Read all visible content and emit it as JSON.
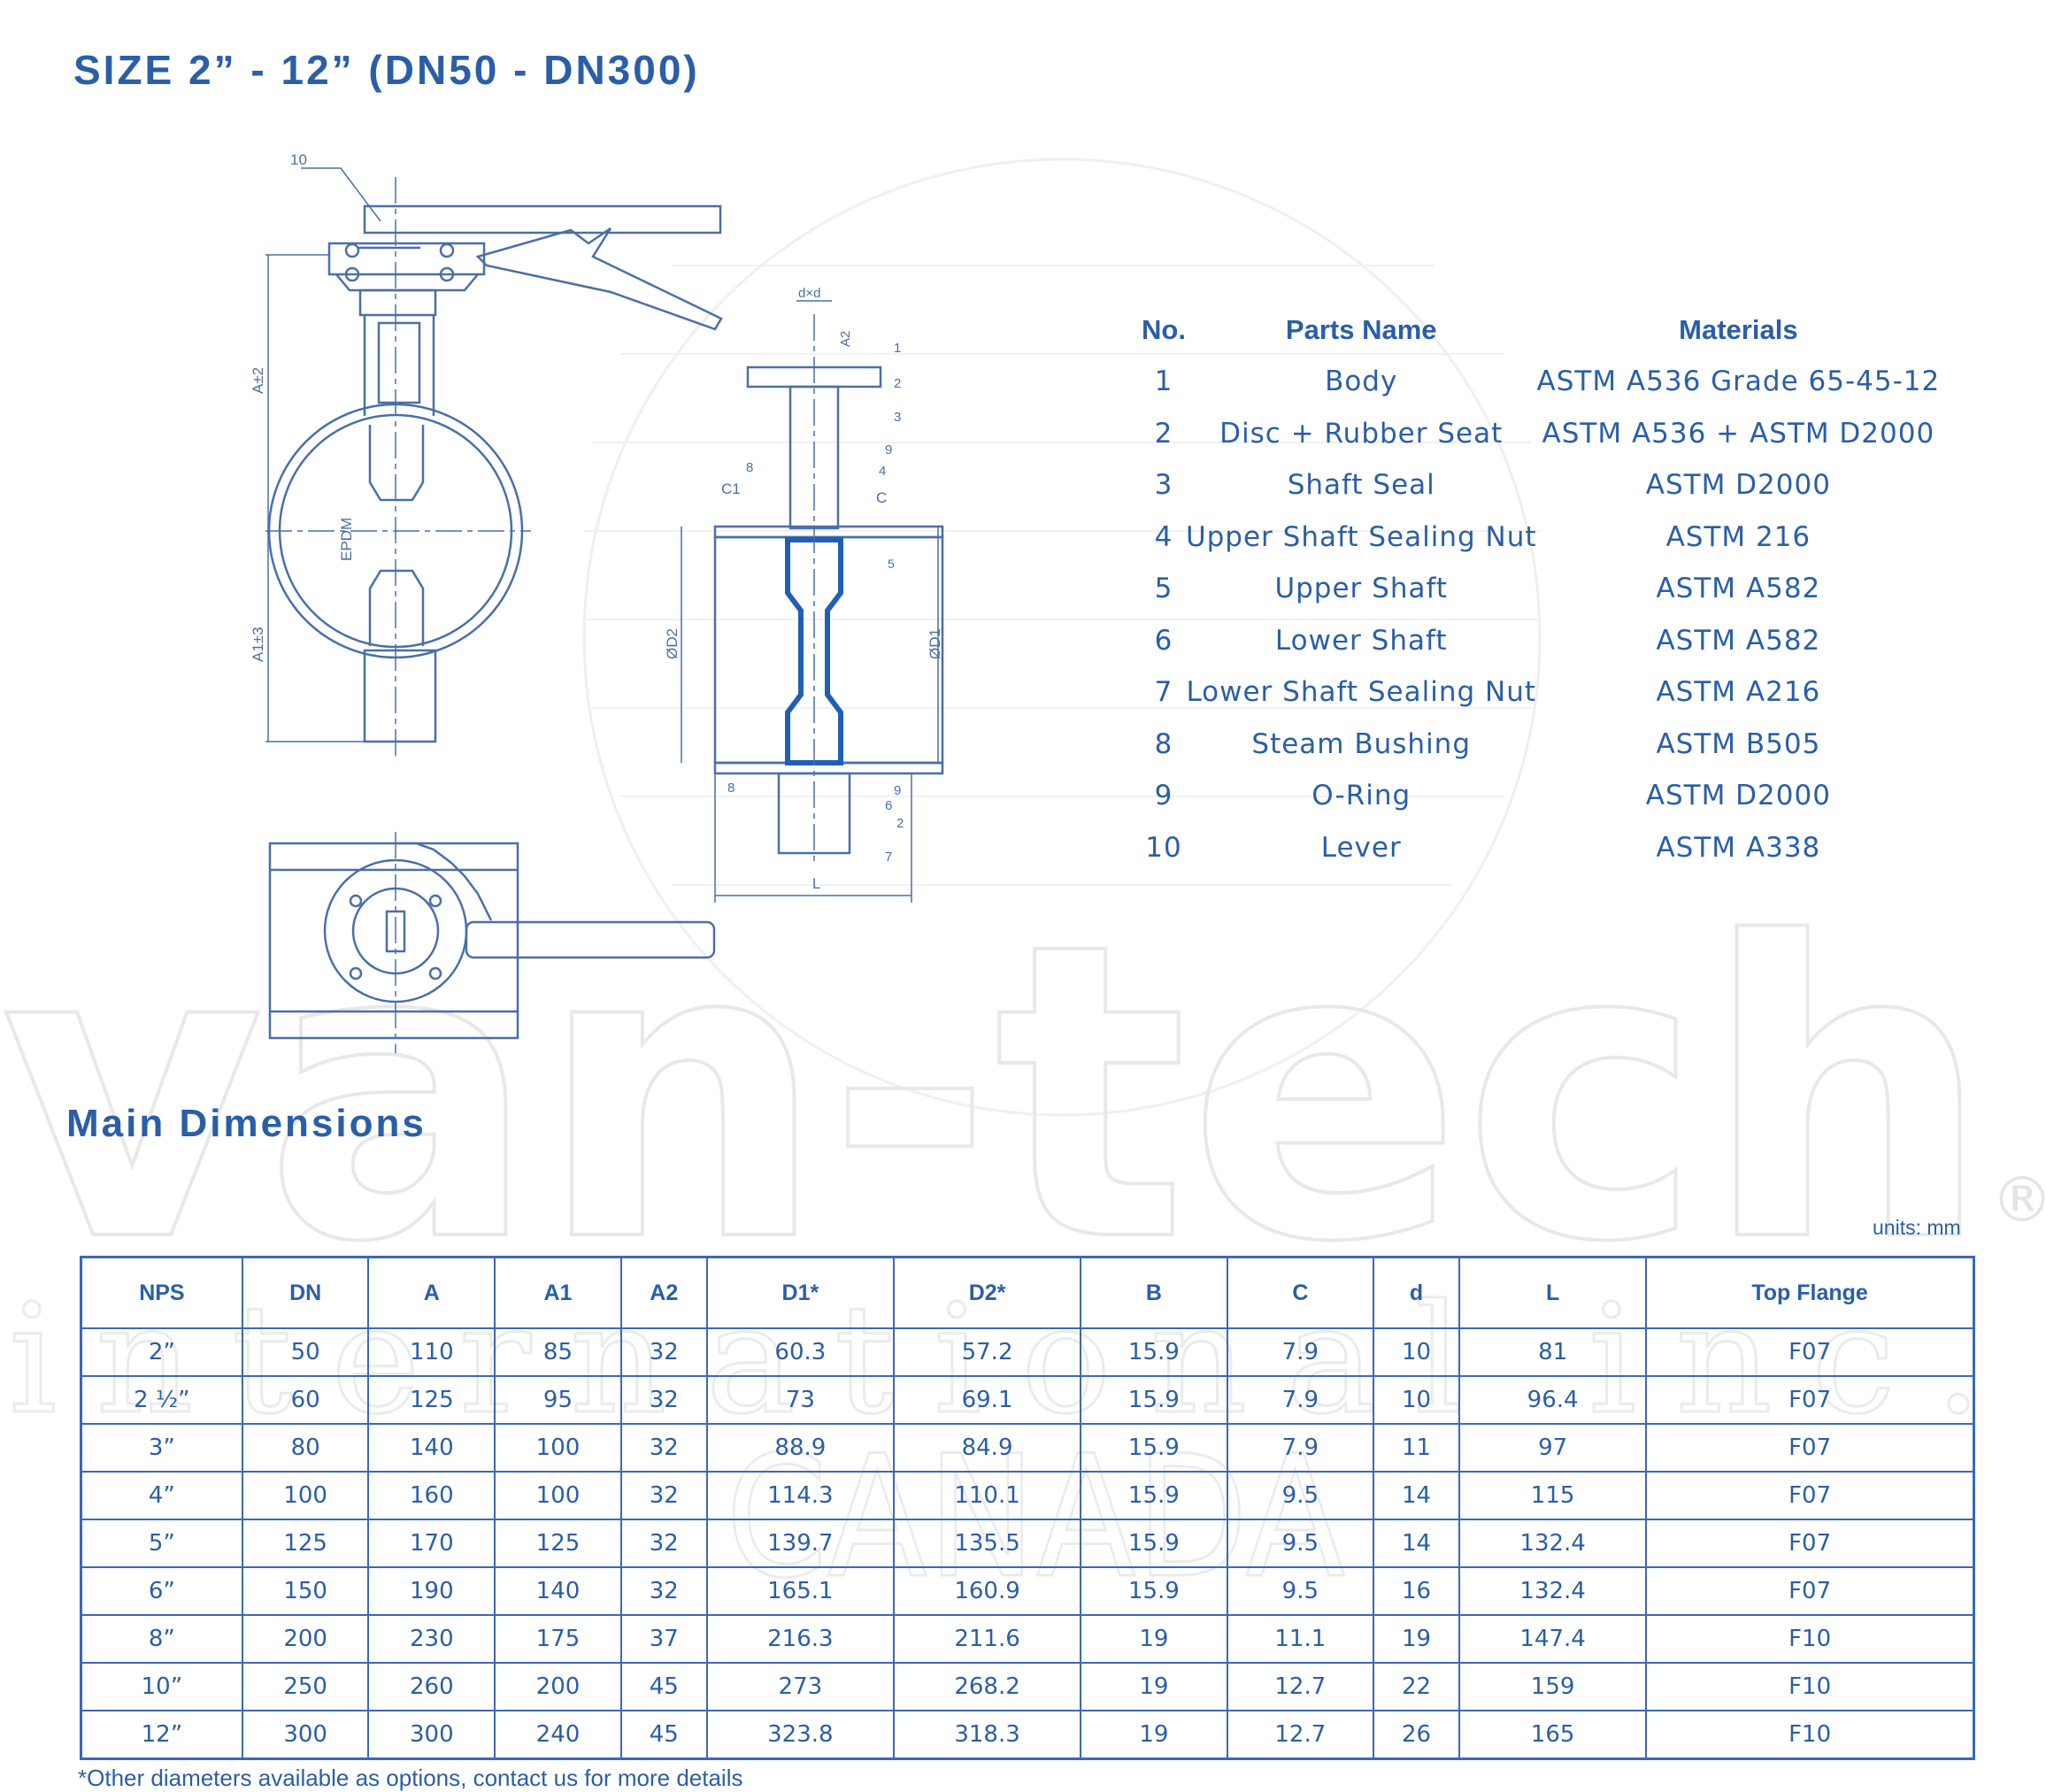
{
  "title": "SIZE 2” - 12” (DN50 - DN300)",
  "drawing": {
    "callout_lever": "10",
    "dim_a": "A±2",
    "dim_a1": "A1±3",
    "seat_label": "EPDM",
    "dim_dxd": "d×d",
    "dim_a2": "A2",
    "dim_c1": "C1",
    "dim_c": "C",
    "dim_d2": "ØD2",
    "dim_d1": "ØD1",
    "dim_l": "L",
    "callouts_top": [
      "1",
      "2",
      "3",
      "9",
      "4"
    ],
    "callout_8_top": "8",
    "callout_5": "5",
    "callout_8_bottom": "8",
    "callouts_bottom": [
      "9",
      "6",
      "2",
      "7"
    ]
  },
  "parts": {
    "headers": [
      "No.",
      "Parts Name",
      "Materials"
    ],
    "rows": [
      [
        "1",
        "Body",
        "ASTM A536 Grade 65-45-12"
      ],
      [
        "2",
        "Disc + Rubber Seat",
        "ASTM A536 + ASTM D2000"
      ],
      [
        "3",
        "Shaft Seal",
        "ASTM D2000"
      ],
      [
        "4",
        "Upper Shaft Sealing Nut",
        "ASTM 216"
      ],
      [
        "5",
        "Upper Shaft",
        "ASTM A582"
      ],
      [
        "6",
        "Lower Shaft",
        "ASTM A582"
      ],
      [
        "7",
        "Lower Shaft Sealing Nut",
        "ASTM A216"
      ],
      [
        "8",
        "Steam Bushing",
        "ASTM B505"
      ],
      [
        "9",
        "O-Ring",
        "ASTM D2000"
      ],
      [
        "10",
        "Lever",
        "ASTM A338"
      ]
    ]
  },
  "dimensions": {
    "heading": "Main Dimensions",
    "units": "units: mm",
    "headers": [
      "NPS",
      "DN",
      "A",
      "A1",
      "A2",
      "D1*",
      "D2*",
      "B",
      "C",
      "d",
      "L",
      "Top Flange"
    ],
    "rows": [
      [
        "2”",
        "50",
        "110",
        "85",
        "32",
        "60.3",
        "57.2",
        "15.9",
        "7.9",
        "10",
        "81",
        "F07"
      ],
      [
        "2 ½”",
        "60",
        "125",
        "95",
        "32",
        "73",
        "69.1",
        "15.9",
        "7.9",
        "10",
        "96.4",
        "F07"
      ],
      [
        "3”",
        "80",
        "140",
        "100",
        "32",
        "88.9",
        "84.9",
        "15.9",
        "7.9",
        "11",
        "97",
        "F07"
      ],
      [
        "4”",
        "100",
        "160",
        "100",
        "32",
        "114.3",
        "110.1",
        "15.9",
        "9.5",
        "14",
        "115",
        "F07"
      ],
      [
        "5”",
        "125",
        "170",
        "125",
        "32",
        "139.7",
        "135.5",
        "15.9",
        "9.5",
        "14",
        "132.4",
        "F07"
      ],
      [
        "6”",
        "150",
        "190",
        "140",
        "32",
        "165.1",
        "160.9",
        "15.9",
        "9.5",
        "16",
        "132.4",
        "F07"
      ],
      [
        "8”",
        "200",
        "230",
        "175",
        "37",
        "216.3",
        "211.6",
        "19",
        "11.1",
        "19",
        "147.4",
        "F10"
      ],
      [
        "10”",
        "250",
        "260",
        "200",
        "45",
        "273",
        "268.2",
        "19",
        "12.7",
        "22",
        "159",
        "F10"
      ],
      [
        "12”",
        "300",
        "300",
        "240",
        "45",
        "323.8",
        "318.3",
        "19",
        "12.7",
        "26",
        "165",
        "F10"
      ]
    ],
    "footnote": "*Other diameters available as options, contact us for more details"
  },
  "watermark": {
    "brand": "van-tech",
    "registered": "®",
    "tagline": "international inc.",
    "country": "CANADA"
  },
  "colors": {
    "accent": "#2a5ea8",
    "line": "#3b68b8",
    "drawing_line": "#4a6fa8",
    "seal": "#1f5fb5",
    "watermark": "#ececec"
  }
}
